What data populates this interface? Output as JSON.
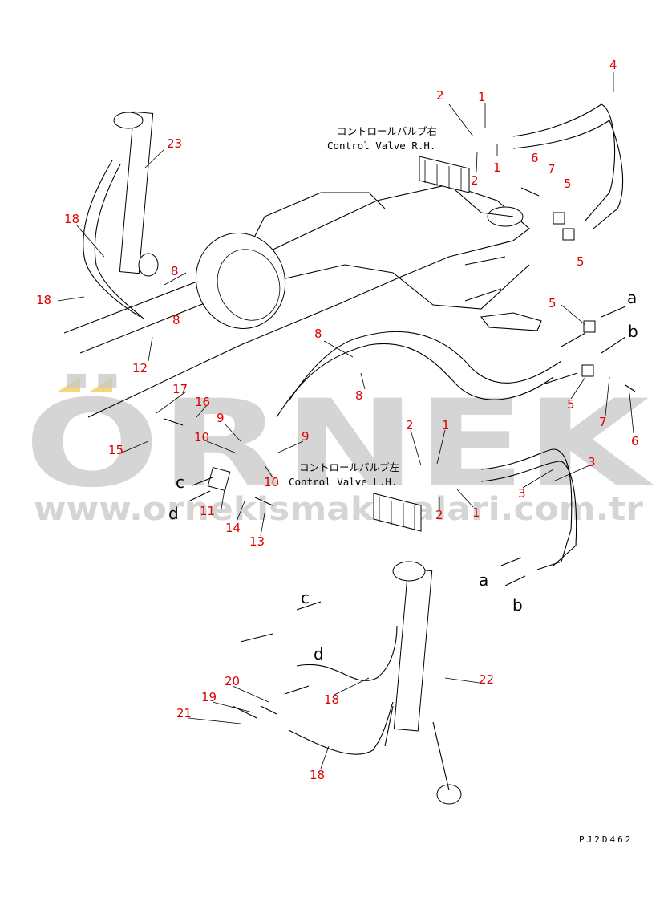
{
  "diagram": {
    "drawing_code": "PJ2D462",
    "control_valve_rh": {
      "jp": "コントロールバルブ右",
      "en": "Control Valve R.H."
    },
    "control_valve_lh": {
      "jp": "コントロールバルブ左",
      "en": "Control Valve L.H."
    },
    "callouts": [
      "2",
      "1",
      "4",
      "6",
      "7",
      "5",
      "2",
      "1",
      "5",
      "23",
      "18",
      "18",
      "8",
      "8",
      "12",
      "8",
      "8",
      "5",
      "5",
      "7",
      "6",
      "17",
      "16",
      "15",
      "9",
      "10",
      "9",
      "10",
      "11",
      "14",
      "13",
      "2",
      "1",
      "3",
      "3",
      "2",
      "1",
      "22",
      "20",
      "19",
      "21",
      "18",
      "18"
    ],
    "port_letters": [
      "a",
      "b",
      "c",
      "d",
      "a",
      "b",
      "c",
      "d"
    ]
  },
  "watermark": {
    "brand": "ÖRNEK",
    "url": "www.ornekismakinalari.com.tr",
    "accent": "#f5d67a"
  }
}
